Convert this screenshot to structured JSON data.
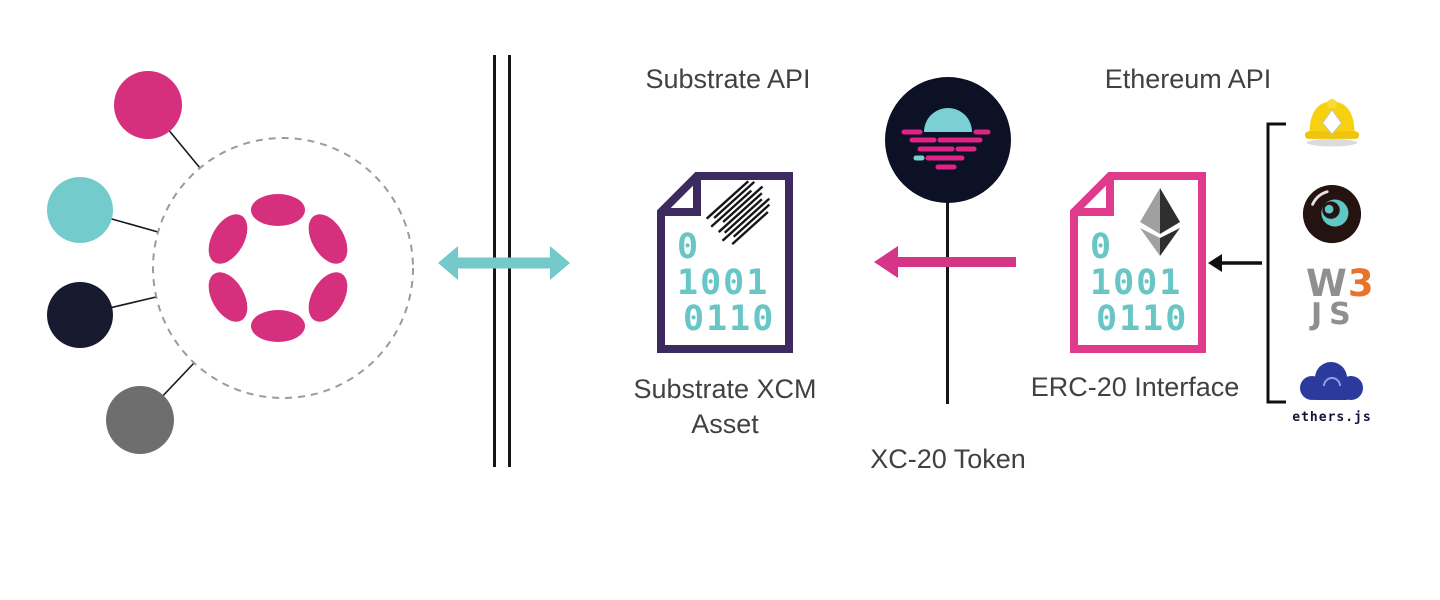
{
  "labels": {
    "substrate_api": "Substrate API",
    "substrate_xcm_line1": "Substrate XCM",
    "substrate_xcm_line2": "Asset",
    "xc20_token": "XC-20 Token",
    "ethereum_api": "Ethereum API",
    "erc20_interface": "ERC-20 Interface",
    "ethers_js": "ethers.js"
  },
  "substrate_doc": {
    "binary_line1": "0",
    "binary_line2": "1001",
    "binary_line3": "0110"
  },
  "erc20_doc": {
    "binary_line1": "0",
    "binary_line2": "1001",
    "binary_line3": "0110"
  },
  "web3_icon": {
    "w": "W",
    "three": "3",
    "js": "JS"
  },
  "icons": [
    "polkadot-logo",
    "parachain-node",
    "moonbeam-logo",
    "document-icon",
    "barcode-icon",
    "ethereum-icon",
    "hardhat-icon",
    "truffle-icon",
    "web3js-icon",
    "ethersjs-icon"
  ],
  "colors": {
    "pink": "#d62f7d",
    "magenta_arrow": "#d63486",
    "teal": "#74c9c9",
    "navy": "#161830",
    "moonbeam_navy": "#0d1126",
    "gray_node": "#6e6e6e",
    "purple_doc": "#3d2a5e",
    "pink_doc": "#e03a8c",
    "digit_teal": "#68c6c6",
    "text": "#414141",
    "hardhat_yellow": "#f7d00e",
    "web3_orange": "#e8732a",
    "ethers_blue": "#2b3a9c"
  }
}
